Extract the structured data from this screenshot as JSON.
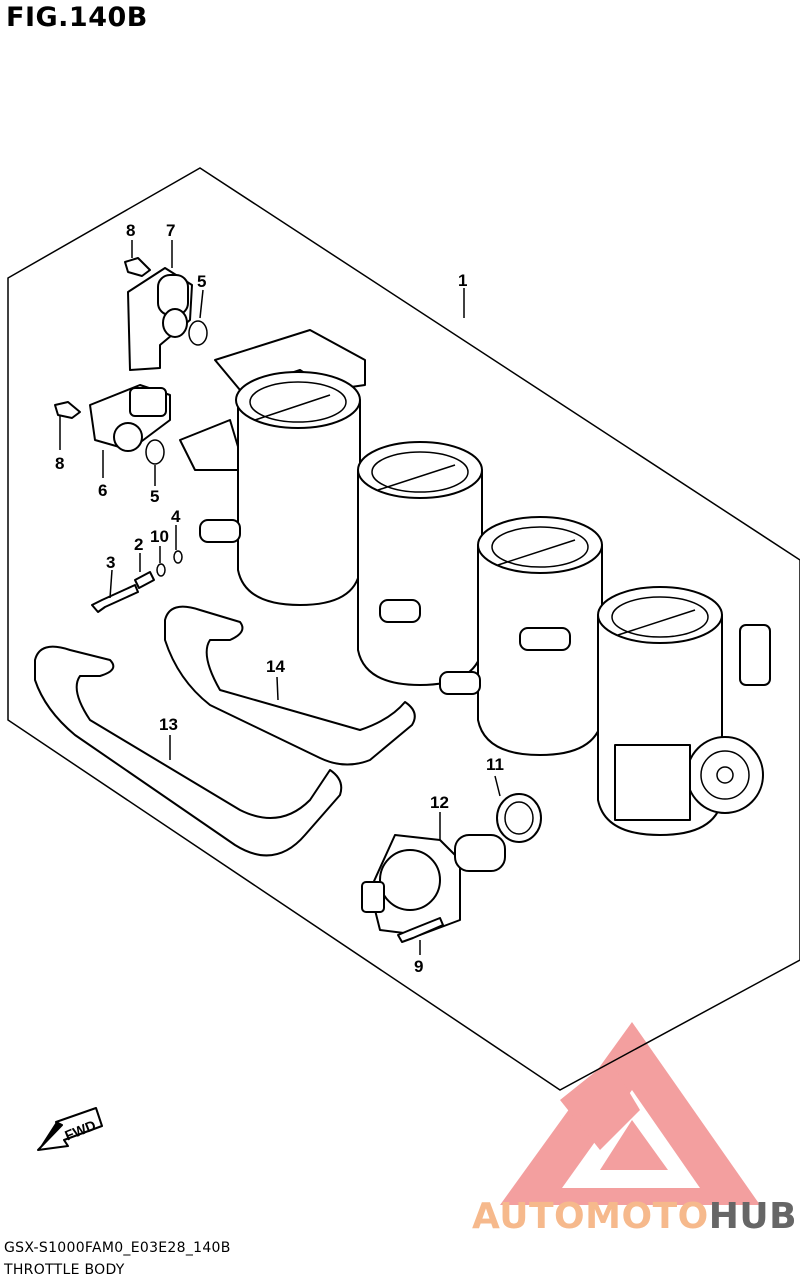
{
  "figure": {
    "title": "FIG.140B",
    "model_code": "GSX-S1000FAM0_E03E28_140B",
    "caption": "THROTTLE BODY",
    "fwd_label": "FWD"
  },
  "callouts": [
    {
      "id": "c1",
      "label": "1"
    },
    {
      "id": "c7",
      "label": "7"
    },
    {
      "id": "c8a",
      "label": "8"
    },
    {
      "id": "c5a",
      "label": "5"
    },
    {
      "id": "c8b",
      "label": "8"
    },
    {
      "id": "c6",
      "label": "6"
    },
    {
      "id": "c5b",
      "label": "5"
    },
    {
      "id": "c4",
      "label": "4"
    },
    {
      "id": "c10",
      "label": "10"
    },
    {
      "id": "c2",
      "label": "2"
    },
    {
      "id": "c3",
      "label": "3"
    },
    {
      "id": "c14",
      "label": "14"
    },
    {
      "id": "c13",
      "label": "13"
    },
    {
      "id": "c11",
      "label": "11"
    },
    {
      "id": "c12",
      "label": "12"
    },
    {
      "id": "c9",
      "label": "9"
    }
  ],
  "watermark": {
    "part1": "AUTOMOTO",
    "part2": "HUB",
    "color_primary": "#f6b98c",
    "color_secondary": "#666666",
    "logo_color": "#ef7f7f"
  }
}
